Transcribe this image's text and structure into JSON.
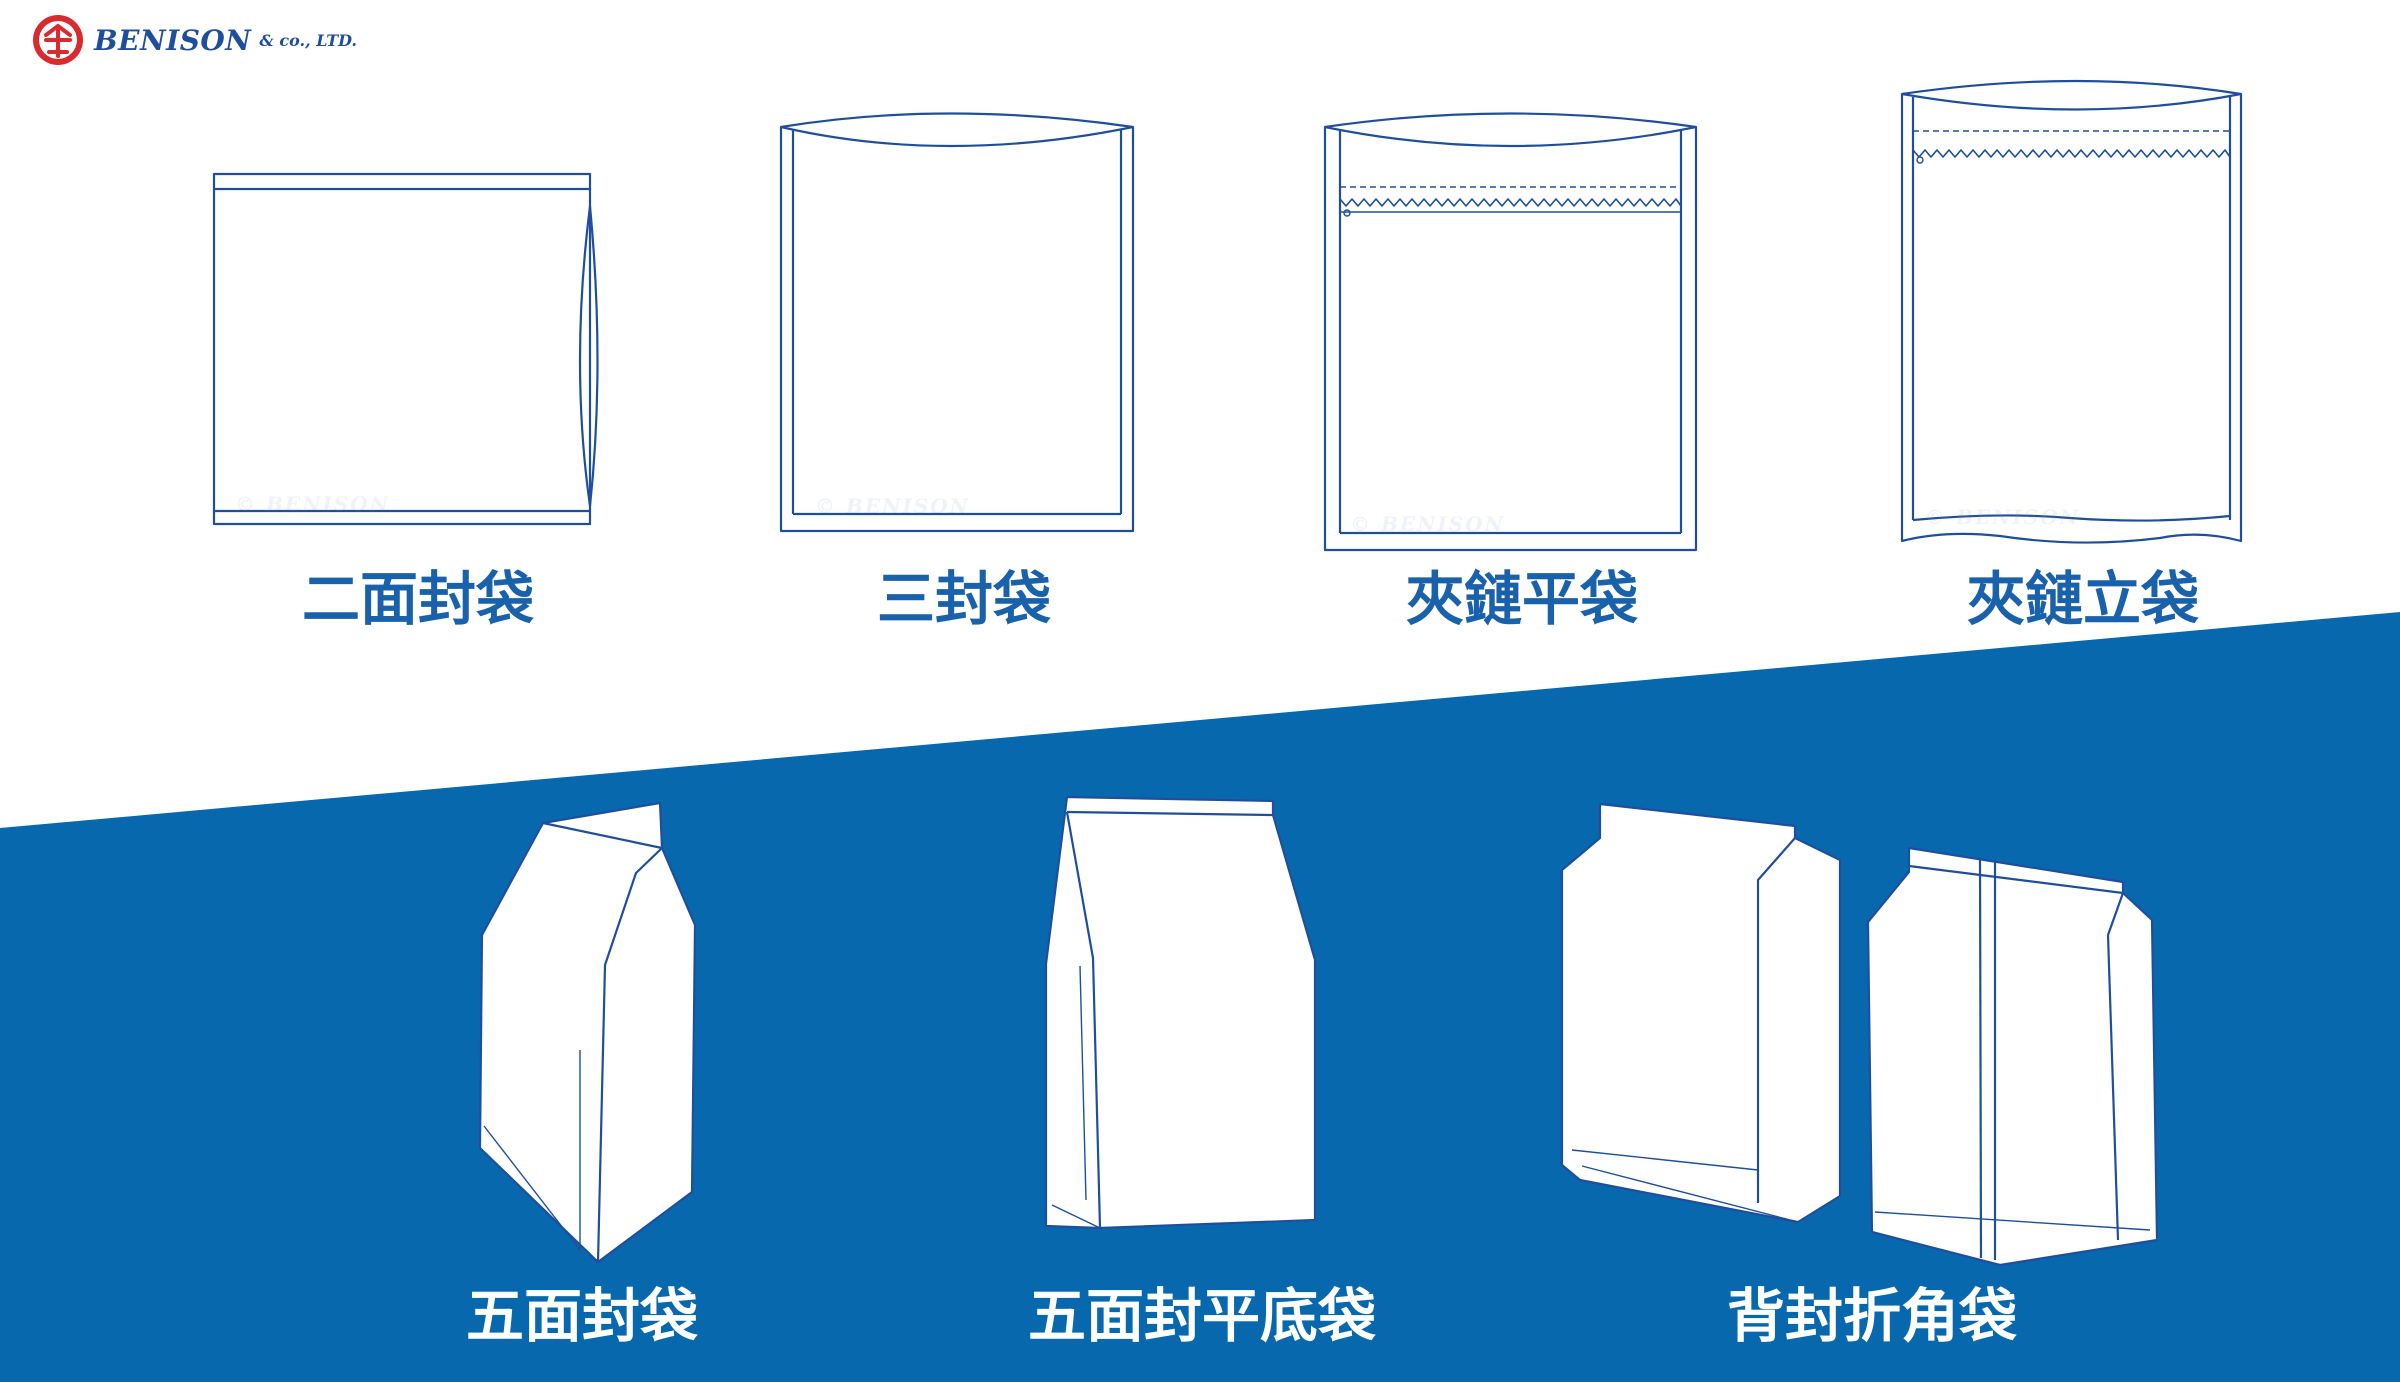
{
  "brand": {
    "name": "BENISON",
    "suffix": "& co., LTD.",
    "logo_icon": "benison-emblem-icon",
    "logo_color": "#d92b2f",
    "text_color": "#1f4f9c"
  },
  "colors": {
    "top_background": "#ffffff",
    "band_color": "#0768ad",
    "outline": "#1f4f9c",
    "top_label": "#1a61ac",
    "bottom_label": "#ffffff"
  },
  "top_row": [
    {
      "label": "二面封袋",
      "icon": "two-side-seal-bag-icon"
    },
    {
      "label": "三封袋",
      "icon": "three-side-seal-bag-icon"
    },
    {
      "label": "夾鏈平袋",
      "icon": "zipper-flat-bag-icon"
    },
    {
      "label": "夾鏈立袋",
      "icon": "zipper-standup-pouch-icon"
    }
  ],
  "bottom_row": [
    {
      "label": "五面封袋",
      "icon": "five-side-seal-bag-icon"
    },
    {
      "label": "五面封平底袋",
      "icon": "flat-bottom-bag-icon"
    },
    {
      "label": "背封折角袋",
      "icon": "back-seal-gusset-bag-icon"
    }
  ],
  "watermark": "© BENISON"
}
